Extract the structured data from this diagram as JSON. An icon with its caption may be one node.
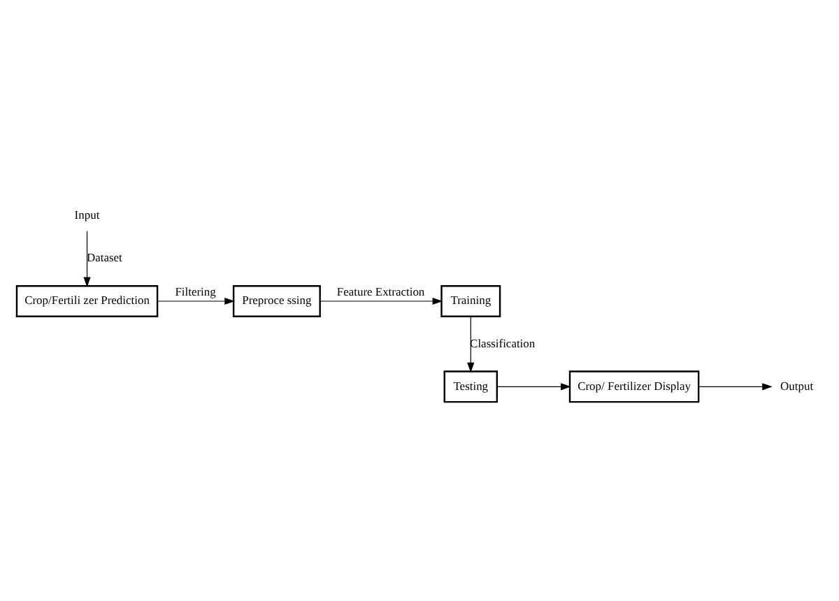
{
  "diagram": {
    "nodes": [
      {
        "text": [
          "Input"
        ]
      },
      {
        "text": [
          "Crop/Fertili zer Prediction"
        ]
      },
      {
        "text": [
          "Preproce ssing"
        ]
      },
      {
        "text": [
          "Training"
        ]
      },
      {
        "text": [
          "Testing"
        ]
      },
      {
        "text": [
          "Crop/ Fertilizer Display"
        ]
      },
      {
        "text": [
          "Output"
        ]
      }
    ],
    "edges": [
      {
        "from": 0,
        "to": 1,
        "arrow": "to",
        "label": "Dataset"
      },
      {
        "from": 1,
        "to": 2,
        "arrow": "to",
        "label": "Filtering"
      },
      {
        "from": 2,
        "to": 3,
        "arrow": "to",
        "label": "Feature Extraction"
      },
      {
        "from": 3,
        "to": 4,
        "arrow": "to",
        "label": "Classification"
      },
      {
        "from": 4,
        "to": 5,
        "arrow": "to"
      },
      {
        "from": 5,
        "to": 6,
        "arrow": "to"
      }
    ]
  }
}
